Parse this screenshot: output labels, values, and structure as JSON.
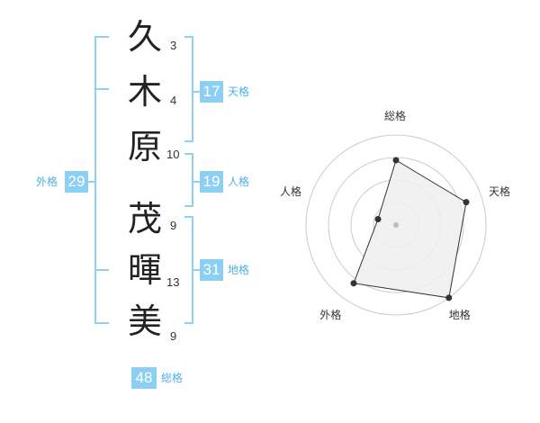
{
  "name": {
    "chars": [
      {
        "char": "久",
        "strokes": "3"
      },
      {
        "char": "木",
        "strokes": "4"
      },
      {
        "char": "原",
        "strokes": "10"
      },
      {
        "char": "茂",
        "strokes": "9"
      },
      {
        "char": "暉",
        "strokes": "13"
      },
      {
        "char": "美",
        "strokes": "9"
      }
    ]
  },
  "fortunes": {
    "gaikaku": {
      "label": "外格",
      "value": "29"
    },
    "tenkaku": {
      "label": "天格",
      "value": "17"
    },
    "jinkaku": {
      "label": "人格",
      "value": "19"
    },
    "chikaku": {
      "label": "地格",
      "value": "31"
    },
    "soukaku": {
      "label": "総格",
      "value": "48"
    }
  },
  "chart_data": {
    "type": "radar",
    "axes": [
      "総格",
      "天格",
      "地格",
      "外格",
      "人格"
    ],
    "values": [
      0.72,
      0.82,
      1.0,
      0.8,
      0.21
    ],
    "rings": 4,
    "colors": {
      "fill": "#efefef",
      "stroke": "#333333",
      "grid": "#cccccc",
      "point": "#333333",
      "center": "#bbbbbb"
    }
  }
}
